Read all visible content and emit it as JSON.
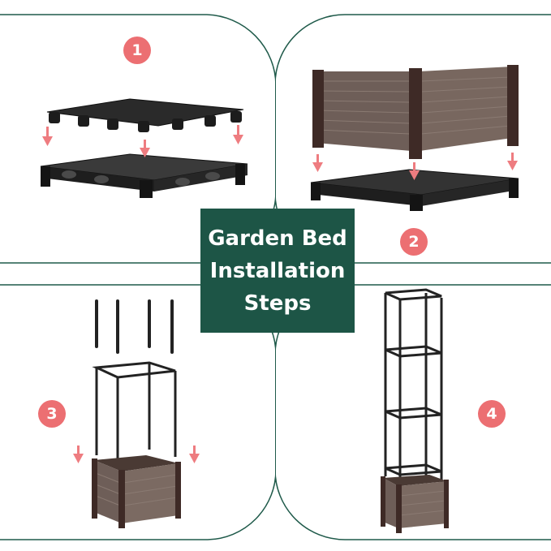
{
  "title": {
    "line1": "Garden Bed",
    "line2": "Installation",
    "line3": "Steps"
  },
  "steps": [
    {
      "number": "1"
    },
    {
      "number": "2"
    },
    {
      "number": "3"
    },
    {
      "number": "4"
    }
  ],
  "colors": {
    "title_background": "#1d5546",
    "badge": "#ec6f72",
    "arrow": "#ee7c80",
    "frame_line": "#1f5a4a",
    "base_plastic": "#1e1e1e",
    "wall_panel": "#6e5e58",
    "wall_post": "#3e2a26",
    "trellis_pole": "#222222"
  },
  "icons": [
    "down-arrow-icon"
  ]
}
